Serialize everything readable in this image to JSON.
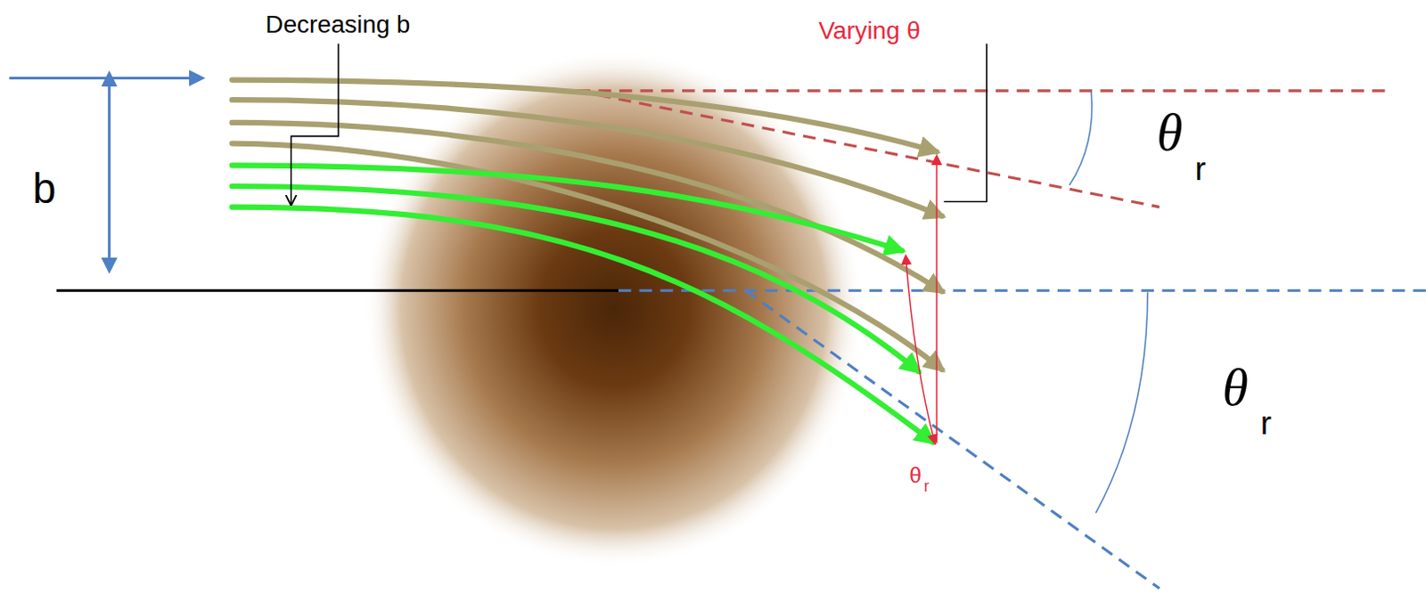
{
  "diagram": {
    "labels": [
      "Decreasing b",
      "Varying θ",
      "b",
      "θ",
      "r",
      "θ",
      "r",
      "θ",
      "r"
    ]
  }
}
